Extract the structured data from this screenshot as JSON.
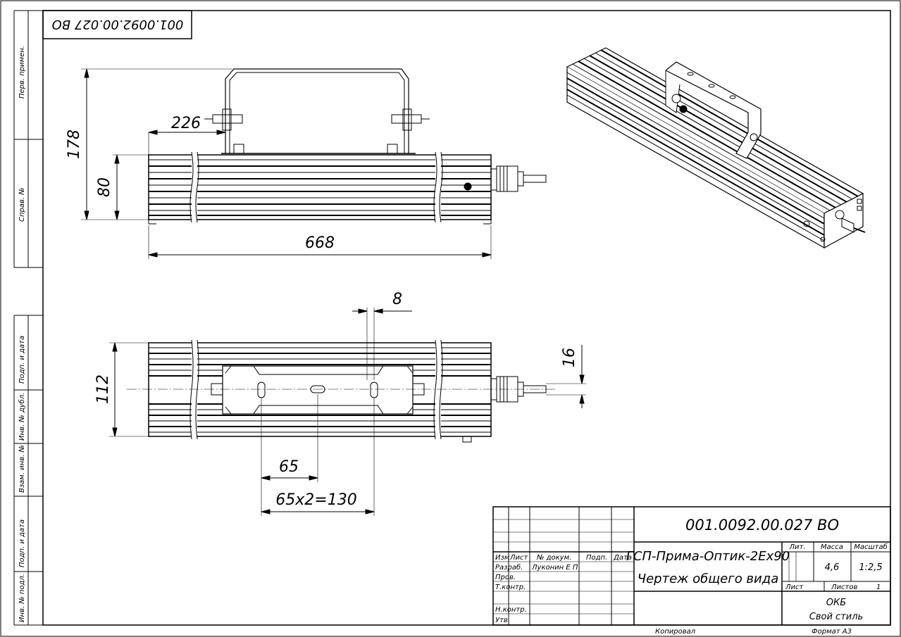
{
  "drawing_number": "001.0092.00.027 ВО",
  "corner_stamp": "001.0092.00.027 ВО",
  "side_labels": {
    "perv_primen": "Перв. примен.",
    "sprav_no": "Справ. №",
    "podp_data_1": "Подп. и дата",
    "inv_dubl": "Инв. № дубл.",
    "vzam_inv": "Взам. инв. №",
    "podp_data_2": "Подп. и дата",
    "inv_podl": "Инв. № подл."
  },
  "dimensions": {
    "d178": "178",
    "d226": "226",
    "d80": "80",
    "d668": "668",
    "d8": "8",
    "d16": "16",
    "d112": "112",
    "d65": "65",
    "d130": "65х2=130"
  },
  "title_block": {
    "product_name": "ГСП-Прима-Оптик-2Ex90",
    "doc_name": "Чертеж общего вида",
    "hdr_izm": "Изм",
    "hdr_list": "Лист",
    "hdr_docum": "№ докум.",
    "hdr_podp": "Подп.",
    "hdr_data": "Дата",
    "role_razrab": "Разраб.",
    "razrab_name": "Луконин Е П",
    "role_prov": "Пров.",
    "role_tkontr": "Т.контр.",
    "role_nkontr": "Н.контр.",
    "role_utv": "Утв.",
    "lit_label": "Лит.",
    "mass_label": "Масса",
    "scale_label": "Масштаб",
    "mass_value": "4,6",
    "scale_value": "1:2,5",
    "sheet_label": "Лист",
    "sheets_label": "Листов",
    "sheets_value": "1",
    "org_line1": "ОКБ",
    "org_line2": "Свой стиль",
    "copied": "Копировал",
    "format": "Формат    А3"
  }
}
